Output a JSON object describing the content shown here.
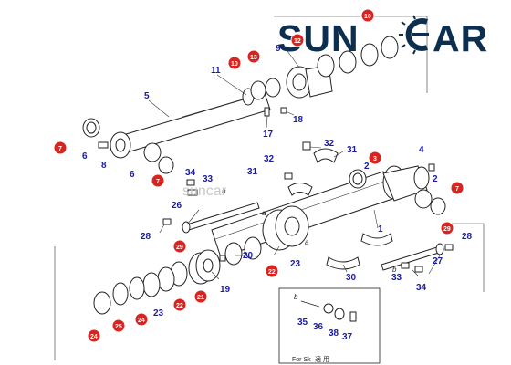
{
  "logo": {
    "text_before": "SUN",
    "text_after": "AR",
    "wordmark": "SUNCAR",
    "color": "#0d2f4f",
    "ring_color": "#0d2f4f"
  },
  "watermark": "suncar",
  "inset_caption": {
    "line1": "適 用",
    "line2": "For Sk"
  },
  "callout_letters": {
    "a1": "a",
    "a2": "a",
    "b1": "b",
    "b2": "b",
    "b3": "b"
  },
  "colors": {
    "label_blue": "#1a1aa6",
    "highlight_red": "#d9231f"
  },
  "labels": {
    "l1": "1",
    "l2a": "2",
    "l2b": "2",
    "l3": "3",
    "l4": "4",
    "l5": "5",
    "l6a": "6",
    "l6b": "6",
    "l7a": "7",
    "l7b": "7",
    "l7c": "7",
    "l8": "8",
    "l9": "9",
    "l10a": "10",
    "l10b": "10",
    "l11": "11",
    "l12": "12",
    "l13": "13",
    "l17": "17",
    "l18": "18",
    "l19": "19",
    "l20": "20",
    "l21": "21",
    "l22a": "22",
    "l22b": "22",
    "l23a": "23",
    "l23b": "23",
    "l24a": "24",
    "l24b": "24",
    "l25": "25",
    "l26": "26",
    "l27": "27",
    "l28a": "28",
    "l28b": "28",
    "l29a": "29",
    "l29b": "29",
    "l30": "30",
    "l31a": "31",
    "l31b": "31",
    "l32a": "32",
    "l32b": "32",
    "l33a": "33",
    "l33b": "33",
    "l34a": "34",
    "l34b": "34",
    "l35": "35",
    "l36": "36",
    "l37": "37",
    "l38": "38"
  }
}
